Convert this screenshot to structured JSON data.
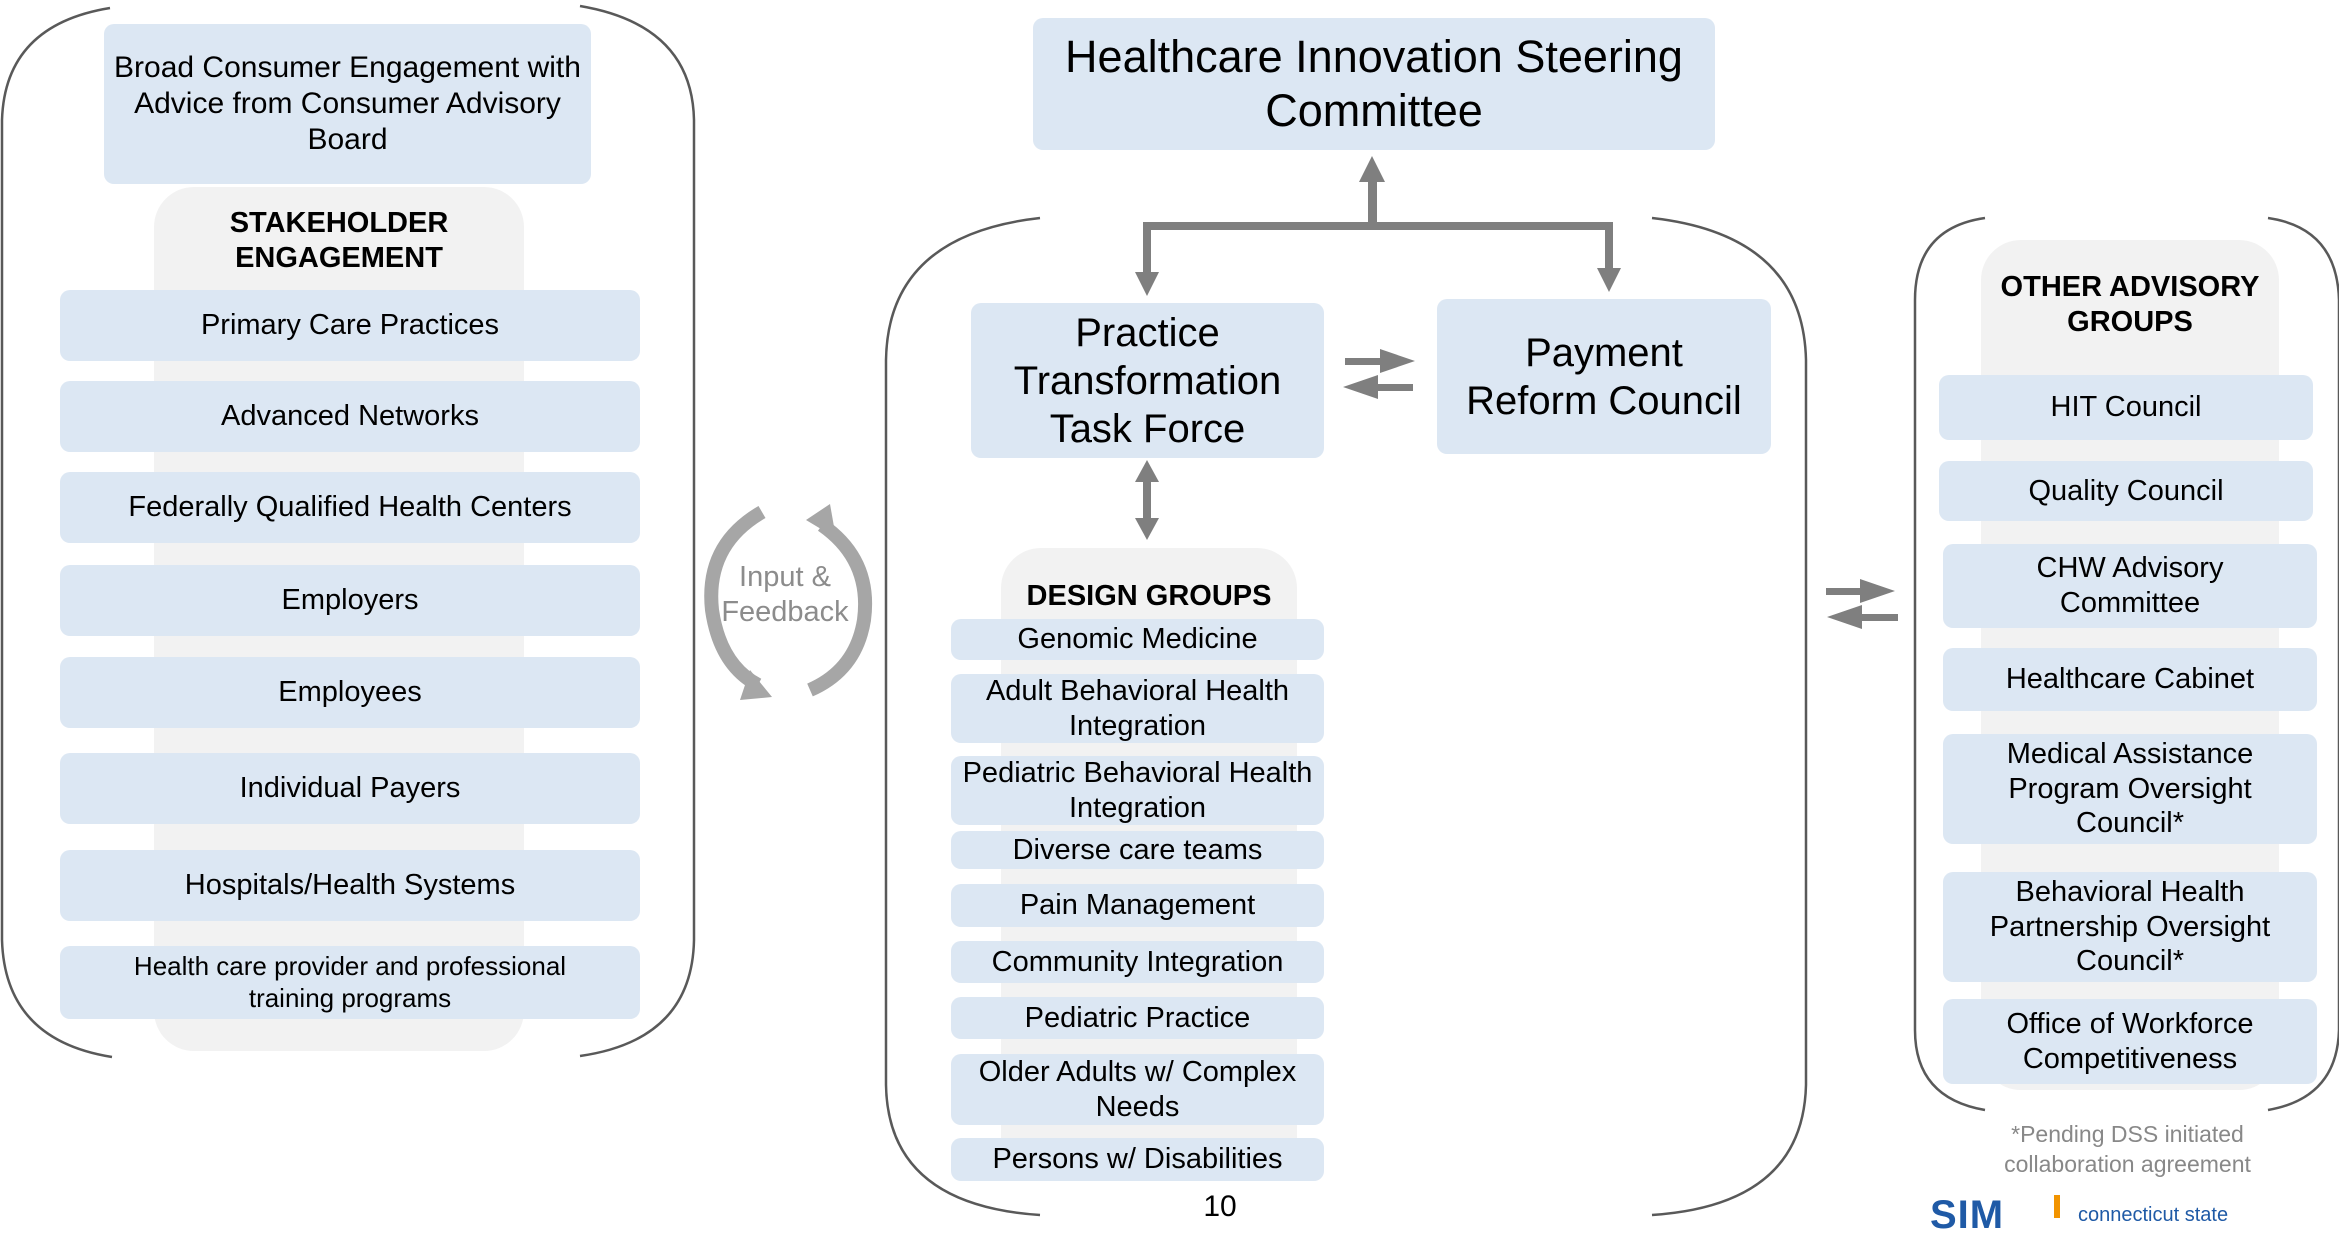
{
  "steering_committee": "Healthcare Innovation Steering Committee",
  "consumer_box": "Broad Consumer Engagement with Advice from Consumer Advisory Board",
  "stakeholder": {
    "title": "STAKEHOLDER ENGAGEMENT",
    "items": [
      "Primary Care Practices",
      "Advanced Networks",
      "Federally Qualified Health Centers",
      "Employers",
      "Employees",
      "Individual Payers",
      "Hospitals/Health Systems",
      "Health care provider and professional training programs"
    ]
  },
  "feedback_label": "Input & Feedback",
  "practice_task_force": "Practice Transformation Task Force",
  "payment_council": "Payment Reform Council",
  "design_groups": {
    "title": "DESIGN GROUPS",
    "items": [
      "Genomic Medicine",
      "Adult Behavioral Health Integration",
      "Pediatric Behavioral Health Integration",
      "Diverse care teams",
      "Pain Management",
      "Community Integration",
      "Pediatric Practice",
      "Older Adults w/ Complex Needs",
      "Persons w/ Disabilities"
    ]
  },
  "advisory": {
    "title": "OTHER ADVISORY GROUPS",
    "items": [
      "HIT Council",
      "Quality Council",
      "CHW Advisory Committee",
      "Healthcare Cabinet",
      "Medical Assistance Program Oversight Council*",
      "Behavioral Health Partnership Oversight Council*",
      "Office of Workforce Competitiveness"
    ]
  },
  "footnote": "*Pending DSS initiated collaboration agreement",
  "page_number": "10",
  "logo": {
    "mark": "SIM",
    "text": "connecticut state"
  },
  "colors": {
    "box_fill": "#dce7f3",
    "panel_fill": "#f2f2f2",
    "arrow": "#7f7f7f",
    "bracket": "#595959"
  }
}
